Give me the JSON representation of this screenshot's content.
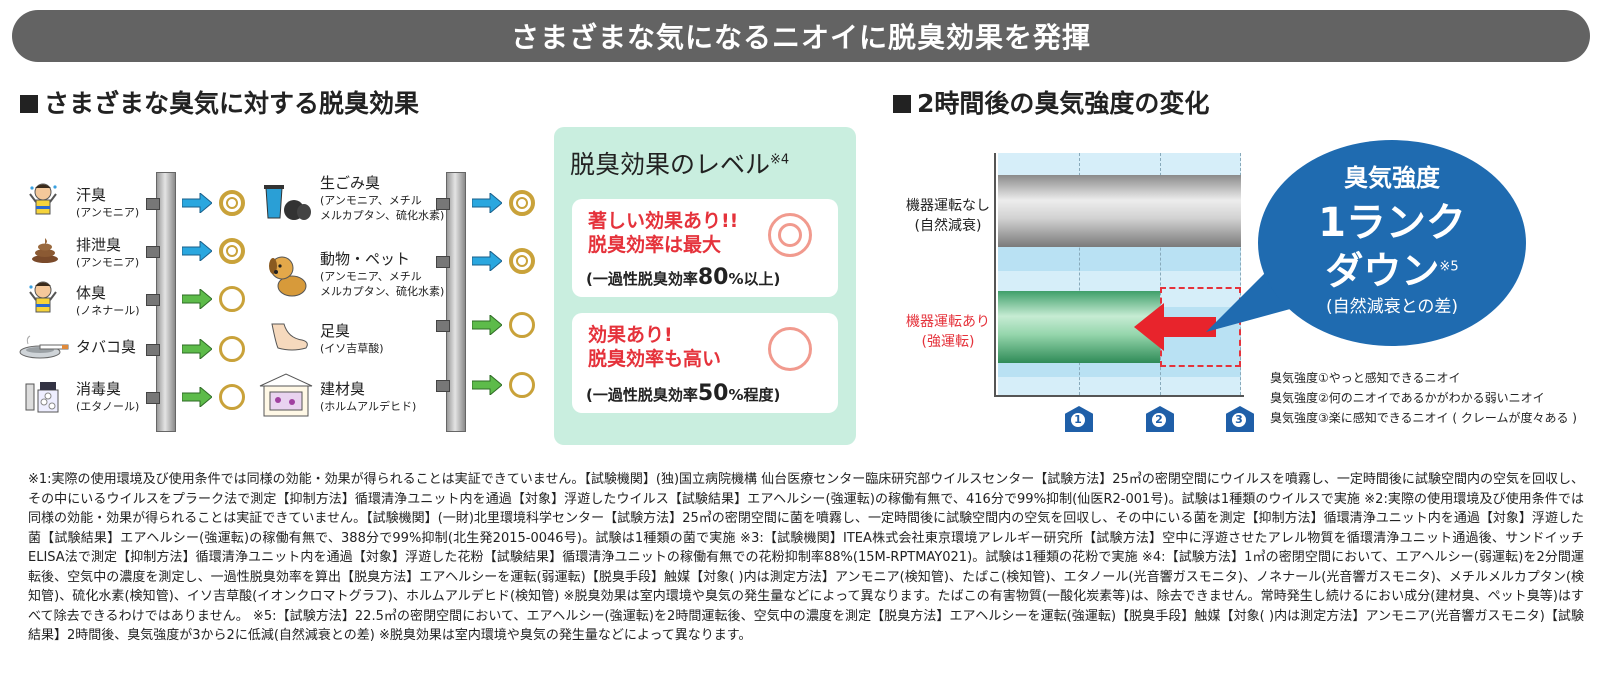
{
  "banner": "さまざまな気になるニオイに脱臭効果を発揮",
  "left_title": "さまざまな臭気に対する脱臭効果",
  "right_title": "2時間後の臭気強度の変化",
  "odors_left": [
    {
      "name": "汗臭",
      "sub": "(アンモニア)"
    },
    {
      "name": "排泄臭",
      "sub": "(アンモニア)"
    },
    {
      "name": "体臭",
      "sub": "(ノネナール)"
    },
    {
      "name": "タバコ臭",
      "sub": ""
    },
    {
      "name": "消毒臭",
      "sub": "(エタノール)"
    }
  ],
  "odors_right": [
    {
      "name": "生ごみ臭",
      "sub1": "(アンモニア、メチル",
      "sub2": "メルカプタン、硫化水素)"
    },
    {
      "name": "動物・ペット",
      "sub1": "(アンモニア、メチル",
      "sub2": "メルカプタン、硫化水素)"
    },
    {
      "name": "足臭",
      "sub1": "(イソ吉草酸)",
      "sub2": ""
    },
    {
      "name": "建材臭",
      "sub1": "(ホルムアルデヒド)",
      "sub2": ""
    }
  ],
  "level_box": {
    "title": "脱臭効果のレベル",
    "title_note": "※4",
    "card1": {
      "line1": "著しい効果あり!!",
      "line2": "脱臭効率は最大",
      "note_pre": "(一過性脱臭効率",
      "note_num": "80",
      "note_post": "%以上)"
    },
    "card2": {
      "line1": "効果あり!",
      "line2": "脱臭効率も高い",
      "note_pre": "(一過性脱臭効率",
      "note_num": "50",
      "note_post": "%程度)"
    }
  },
  "chart": {
    "row1_label1": "機器運転なし",
    "row1_label2": "(自然減衰)",
    "row2_label1": "機器運転あり",
    "row2_label2": "(強運転)",
    "markers": [
      "1",
      "2",
      "3"
    ],
    "legend": [
      "臭気強度①やっと感知できるニオイ",
      "臭気強度②何のニオイであるかがわかる弱いニオイ",
      "臭気強度③楽に感知できるニオイ ( クレームが度々ある )"
    ]
  },
  "chart_data": {
    "type": "bar",
    "categories": [
      "機器運転なし(自然減衰)",
      "機器運転あり(強運転)"
    ],
    "values": [
      3,
      2
    ],
    "xlim": [
      0,
      3
    ]
  },
  "bubble": {
    "line1": "臭気強度",
    "line2": "1ランク",
    "line3": "ダウン",
    "note": "※5",
    "line4": "(自然減衰との差)"
  },
  "colors": {
    "banner": "#636363",
    "accent_red": "#e5323b",
    "bubble": "#1f6bb0",
    "level_bg": "#c9eedf",
    "gold": "#c9a23a"
  },
  "footnote": "※1:実際の使用環境及び使用条件では同様の効能・効果が得られることは実証できていません。【試験機関】(独)国立病院機構 仙台医療センター臨床研究部ウイルスセンター【試験方法】25㎥の密閉空間にウイルスを噴霧し、一定時間後に試験空間内の空気を回収し、その中にいるウイルスをプラーク法で測定【抑制方法】循環清浄ユニット内を通過【対象】浮遊したウイルス【試験結果】エアヘルシー(強運転)の稼働有無で、416分で99%抑制(仙医R2-001号)。試験は1種類のウイルスで実施 ※2:実際の使用環境及び使用条件では同様の効能・効果が得られることは実証できていません。【試験機関】(一財)北里環境科学センター【試験方法】25㎥の密閉空間に菌を噴霧し、一定時間後に試験空間内の空気を回収し、その中にいる菌を測定【抑制方法】循環清浄ユニット内を通過【対象】浮遊した菌【試験結果】エアヘルシー(強運転)の稼働有無で、388分で99%抑制(北生発2015-0046号)。試験は1種類の菌で実施 ※3:【試験機関】ITEA株式会社東京環境アレルギー研究所【試験方法】空中に浮遊させたアレル物質を循環清浄ユニット通過後、サンドイッチELISA法で測定【抑制方法】循環清浄ユニット内を通過【対象】浮遊した花粉【試験結果】循環清浄ユニットの稼働有無での花粉抑制率88%(15M-RPTMAY021)。試験は1種類の花粉で実施 ※4:【試験方法】1㎥の密閉空間において、エアヘルシー(弱運転)を2分間運転後、空気中の濃度を測定し、一過性脱臭効率を算出【脱臭方法】エアヘルシーを運転(弱運転)【脱臭手段】触媒【対象( )内は測定方法】アンモニア(検知管)、たばこ(検知管)、エタノール(光音響ガスモニタ)、ノネナール(光音響ガスモニタ)、メチルメルカプタン(検知管)、硫化水素(検知管)、イソ吉草酸(イオンクロマトグラフ)、ホルムアルデヒド(検知管) ※脱臭効果は室内環境や臭気の発生量などによって異なります。たばこの有害物質(一酸化炭素等)は、除去できません。常時発生し続けるにおい成分(建材臭、ペット臭等)はすべて除去できるわけではありません。 ※5:【試験方法】22.5㎥の密閉空間において、エアヘルシー(強運転)を2時間運転後、空気中の濃度を測定【脱臭方法】エアヘルシーを運転(強運転)【脱臭手段】触媒【対象( )内は測定方法】アンモニア(光音響ガスモニタ)【試験結果】2時間後、臭気強度が3から2に低減(自然減衰との差) ※脱臭効果は室内環境や臭気の発生量などによって異なります。"
}
